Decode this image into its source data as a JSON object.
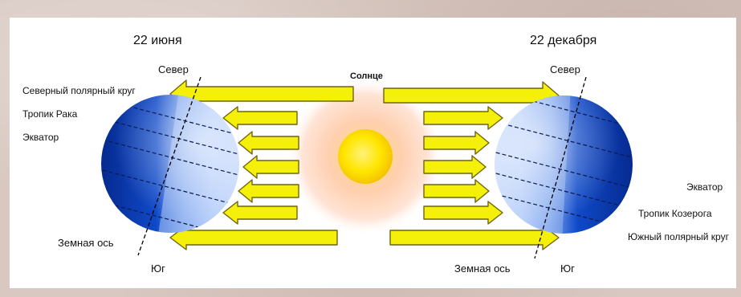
{
  "left": {
    "date": "22 июня",
    "north": "Север",
    "south": "Юг",
    "arctic_circle": "Северный полярный круг",
    "tropic": "Тропик Рака",
    "equator": "Экватор",
    "axis": "Земная ось"
  },
  "right": {
    "date": "22 декабря",
    "north": "Север",
    "south": "Юг",
    "equator": "Экватор",
    "tropic": "Тропик Козерога",
    "antarctic_circle": "Южный полярный круг",
    "axis": "Земная ось"
  },
  "sun": {
    "label": "Солнце"
  },
  "colors": {
    "arrow_fill": "#f4f00a",
    "arrow_stroke": "#7a6a10",
    "earth_dark": "#0a2f9e",
    "earth_light": "#dce8ff",
    "sun_core": "#ffe600",
    "sun_glow": "#ffc9a8"
  }
}
